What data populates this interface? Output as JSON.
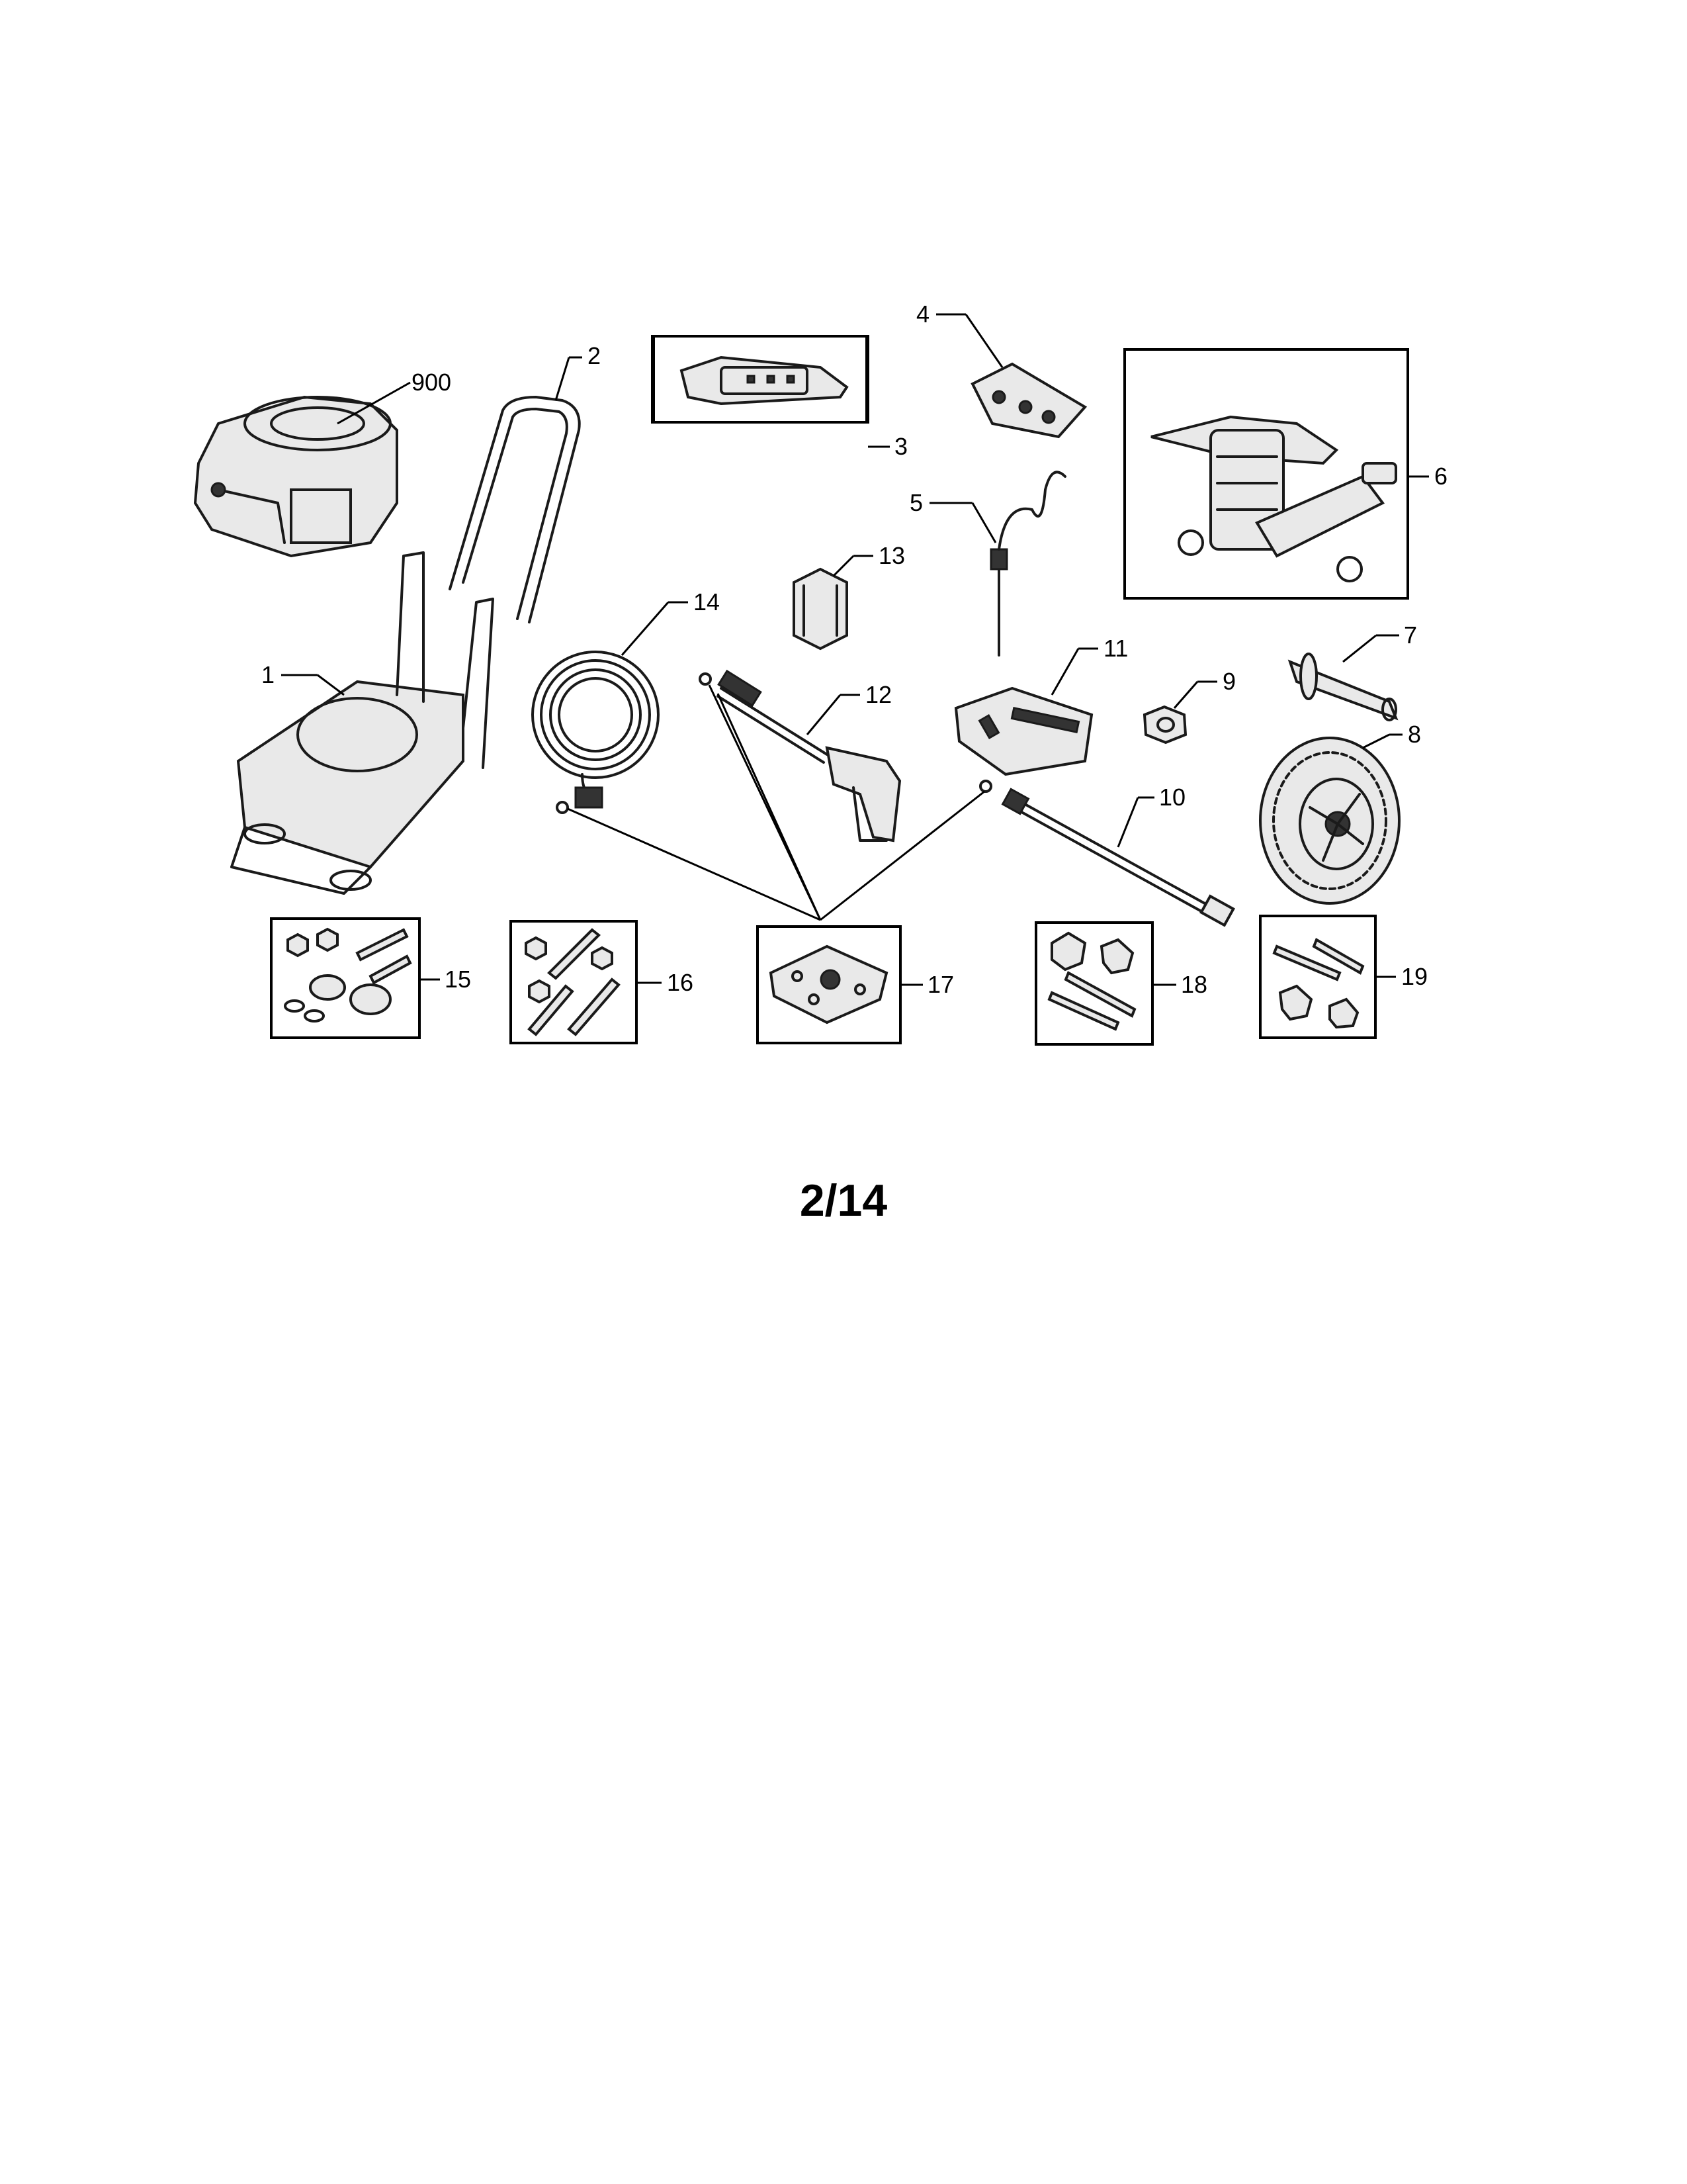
{
  "parts": {
    "p900": "900",
    "p1": "1",
    "p2": "2",
    "p3": "3",
    "p4": "4",
    "p5": "5",
    "p6": "6",
    "p7": "7",
    "p8": "8",
    "p9": "9",
    "p10": "10",
    "p11": "11",
    "p12": "12",
    "p13": "13",
    "p14": "14",
    "p15": "15",
    "p16": "16",
    "p17": "17",
    "p18": "18",
    "p19": "19"
  },
  "page_number": "2/14"
}
